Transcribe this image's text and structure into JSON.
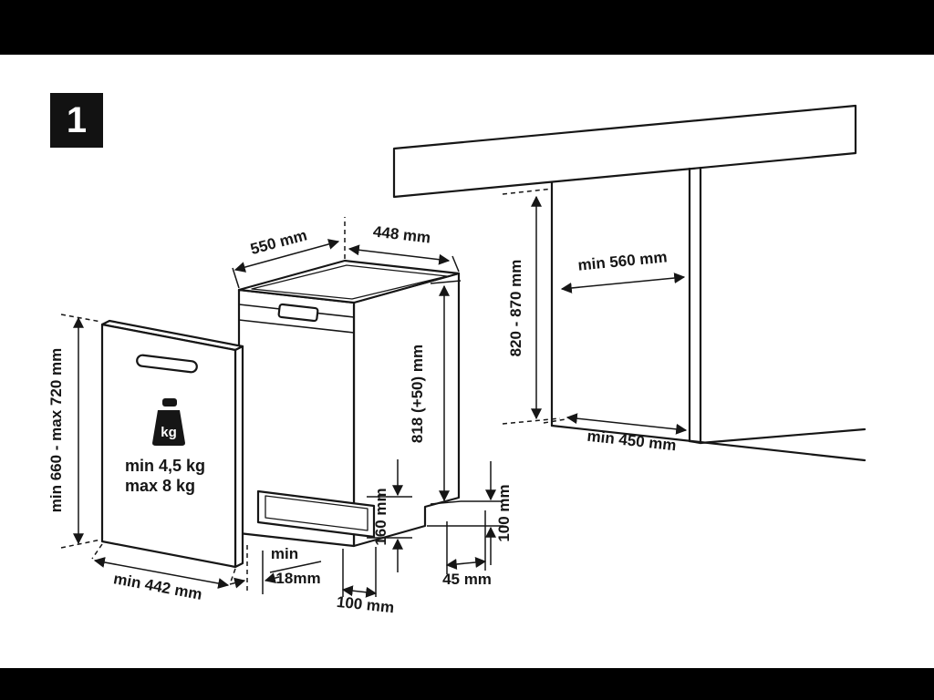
{
  "step": {
    "number": "1"
  },
  "colors": {
    "ink": "#161616",
    "bar": "#000000",
    "canvas": "#ffffff"
  },
  "labels": {
    "depth": "550 mm",
    "width": "448 mm",
    "height": "818 (+50) mm",
    "niche_height": "820 - 870 mm",
    "niche_width": "min 560 mm",
    "niche_depth": "min 450 mm",
    "panel_height": "min 660 - max 720 mm",
    "panel_width": "min 442 mm",
    "kick_height": "160 mm",
    "plinth_height": "100 mm",
    "foot_inset": "45 mm",
    "kick_depth": "100 mm",
    "gap_min": "min",
    "gap_value": "18mm",
    "weight_unit": "kg",
    "weight_min": "min 4,5 kg",
    "weight_max": "max 8 kg"
  }
}
